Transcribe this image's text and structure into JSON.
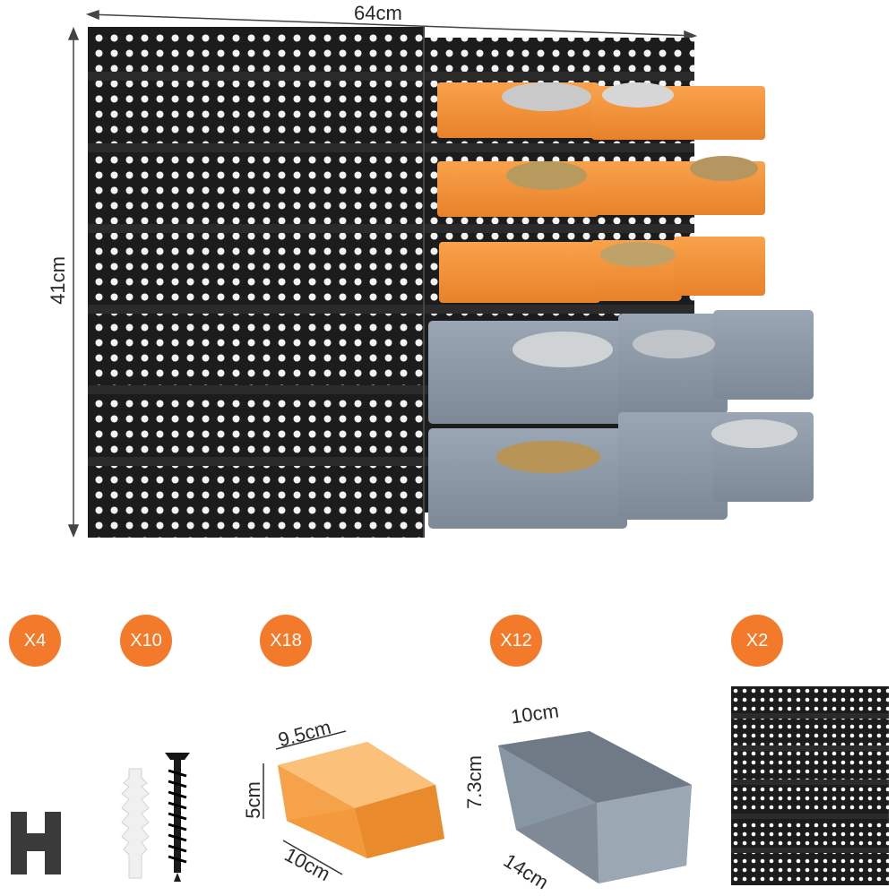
{
  "dimensions": {
    "width_label": "64cm",
    "height_label": "41cm"
  },
  "components": [
    {
      "count": "X4"
    },
    {
      "count": "X10"
    },
    {
      "count": "X18"
    },
    {
      "count": "X12"
    },
    {
      "count": "X2"
    }
  ],
  "small_bin": {
    "width_label": "9.5cm",
    "height_label": "5cm",
    "depth_label": "10cm"
  },
  "large_bin": {
    "width_label": "10cm",
    "height_label": "7.3cm",
    "depth_label": "14cm"
  },
  "colors": {
    "orange": "#f5943a",
    "grey": "#8d99a6",
    "board": "#1f1f1f",
    "badge": "#f37a2a"
  }
}
